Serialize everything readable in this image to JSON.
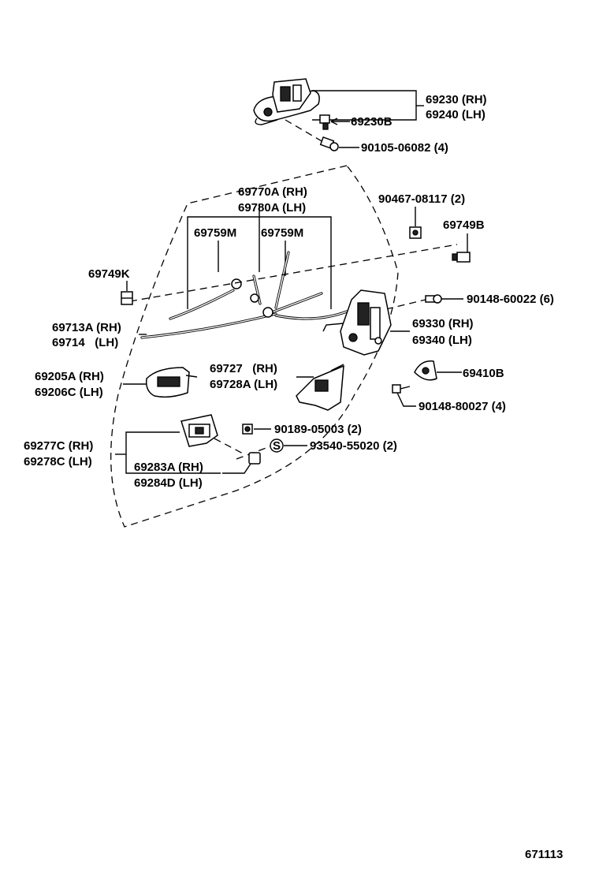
{
  "diagram_id": "671113",
  "labels": {
    "outer_handle_rh": "69230 (RH)",
    "outer_handle_lh": "69240 (LH)",
    "handle_clip": "69230B",
    "outer_bolt": "90105-06082 (4)",
    "rod_set_rh": "69770A (RH)",
    "rod_set_lh": "69780A (LH)",
    "rod_clip_1": "69759M",
    "rod_clip_2": "69759M",
    "nut": "90467-08117 (2)",
    "clip_b": "69749B",
    "clip_k": "69749K",
    "lock_screw": "90148-60022 (6)",
    "inner_rod_rh": "69713A (RH)",
    "inner_rod_lh": "69714   (LH)",
    "lock_assy_rh": "69330 (RH)",
    "lock_assy_lh": "69340 (LH)",
    "inner_handle_rh": "69205A (RH)",
    "inner_handle_lh": "69206C (LH)",
    "lever_rh": "69727   (RH)",
    "lever_lh": "69728A (LH)",
    "striker": "69410B",
    "striker_screw": "90148-80027 (4)",
    "bezel_rh": "69277C (RH)",
    "bezel_lh": "69278C (LH)",
    "bezel_screw": "90189-05003 (2)",
    "standard_mark": "S",
    "standard_part": "93540-55020 (2)",
    "cap_rh": "69283A (RH)",
    "cap_lh": "69284D (LH)"
  }
}
